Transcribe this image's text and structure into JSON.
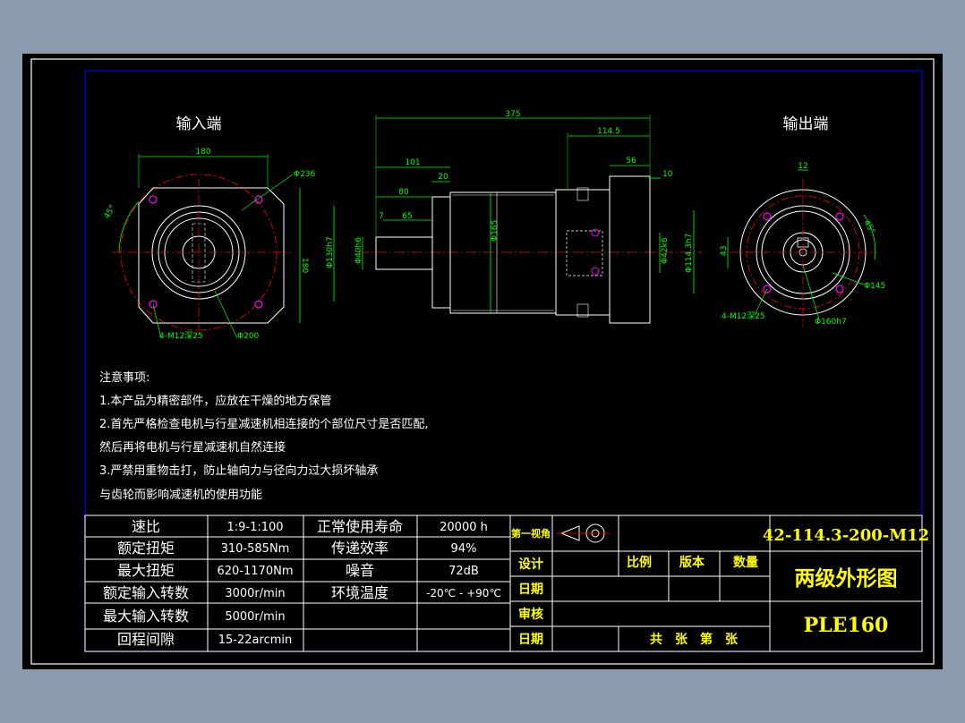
{
  "views": {
    "input_label": "输入端",
    "output_label": "输出端"
  },
  "dims": {
    "input": {
      "width": "180",
      "bolt_circle": "Φ236",
      "angle": "45°",
      "height": "180",
      "holes": "4-M12深25",
      "pcd": "Φ200"
    },
    "side": {
      "total": "375",
      "flange": "114.5",
      "d101": "101",
      "d80": "80",
      "d20": "20",
      "d65": "65",
      "d7": "7",
      "d56": "56",
      "d10": "10",
      "shaft_d": "Φ40h6",
      "pilot_d": "Φ130h7",
      "body_d": "Φ165",
      "out_d": "Φ42k6",
      "out_pilot": "Φ114.3h7"
    },
    "output": {
      "key_w": "12",
      "angle": "45°",
      "key_h": "43",
      "bolt_d": "Φ145",
      "holes": "4-M12深25",
      "pcd": "Φ160h7"
    }
  },
  "notes": {
    "title": "注意事项:",
    "lines": [
      "1.本产品为精密部件，应放在干燥的地方保管",
      "2.首先严格检查电机与行星减速机相连接的个部位尺寸是否匹配,",
      "然后再将电机与行星减速机自然连接",
      "3.严禁用重物击打，防止轴向力与径向力过大损坏轴承",
      "与齿轮而影响减速机的使用功能"
    ]
  },
  "specs": [
    {
      "label": "速比",
      "value": "1:9-1:100"
    },
    {
      "label": "额定扭矩",
      "value": "310-585Nm"
    },
    {
      "label": "最大扭矩",
      "value": "620-1170Nm"
    },
    {
      "label": "额定输入转数",
      "value": "3000r/min"
    },
    {
      "label": "最大输入转数",
      "value": "5000r/min"
    },
    {
      "label": "回程间隙",
      "value": "15-22arcmin"
    }
  ],
  "specs2": [
    {
      "label": "正常使用寿命",
      "value": "20000 h"
    },
    {
      "label": "传递效率",
      "value": "94%"
    },
    {
      "label": "噪音",
      "value": "72dB"
    },
    {
      "label": "环境温度",
      "value": "-20℃ - +90℃"
    }
  ],
  "titleblock": {
    "projection": "第一视角",
    "design": "设计",
    "date1": "日期",
    "review": "审核",
    "date2": "日期",
    "scale": "比例",
    "version": "版本",
    "qty": "数量",
    "total_sheets": "共　张　第　张",
    "code": "42-114.3-200-M12",
    "name": "两级外形图",
    "model": "PLE160"
  },
  "colors": {
    "background": "#000000",
    "frame": "#ffffff",
    "border": "#0000ff",
    "dimension": "#00ff00",
    "text": "#ffffff",
    "title": "#ffff00",
    "centerline": "#ff0000"
  }
}
